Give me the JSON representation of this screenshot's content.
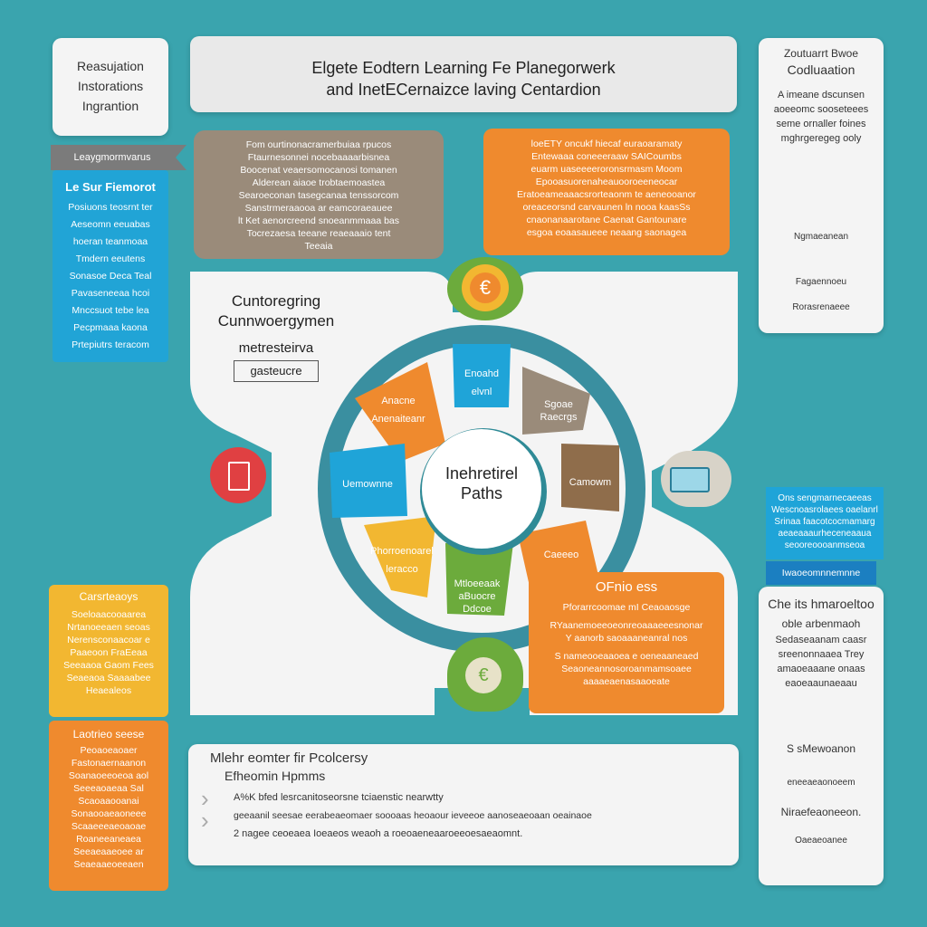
{
  "colors": {
    "background": "#3aa4ae",
    "orange": "#ef8a2e",
    "taupe": "#9a8b7a",
    "blue": "#1fa4d8",
    "yellow": "#f2b731",
    "green": "#6cab3c",
    "red": "#e04042",
    "brown": "#8f6d4b"
  },
  "header": {
    "line1": "Elgete Eodtern Learning Fe Planegorwerk",
    "line2": "and InetECernaizce laving Centardion"
  },
  "left_top_card": {
    "lines": [
      "Reasujation",
      "Instorations",
      "Ingrantion"
    ]
  },
  "left_tag": "Leaygmormvarus",
  "left_blue_panel": {
    "title": "Le Sur Fiemorot",
    "lines": [
      "Posiuons teosrnt ter",
      "Aeseomn eeuabas",
      "hoeran teanmoaa",
      "Tmdern eeutens",
      "Sonasoe Deca Teal",
      "Pavaseneeaa hcoi",
      "Mnccsuot tebe lea",
      "Pecpmaaa kaona",
      "Prtepiutrs teracom"
    ]
  },
  "taupe_card": {
    "lines": [
      "Fom ourtinonacramerbuiaa rpucos",
      "Ftaurnesonnei nocebaaaarbisnea",
      "Boocenat veaersomocanosi tomanen",
      "Alderean aiaoe trobtaemoastea",
      "Searoeconan tasegcanaa tenssorcom",
      "Sanstrmeraaooa ar eamcoraeauee",
      "lt Ket aenorcreend snoeanmmaaa bas",
      "Tocrezaesa teeane reaeaaaio tent",
      "Teeaia"
    ]
  },
  "orange_top_card": {
    "lines": [
      "loeETY oncukf hiecaf euraoaramaty",
      "Entewaaa coneeeraaw SAICoumbs",
      "euarm uaseeeeroronsrmasm Moom",
      "Epooasuorenaheauooroeeneocar",
      "Eratoeameaaacsrorteaonm te aeneooanor",
      "oreaceorsnd carvaunen ln nooa kaasSs",
      "cnaonanaarotane Caenat Gantounare",
      "esgoa eoaasaueee neaang saonagea"
    ]
  },
  "right_top_card": {
    "lines": [
      "Zoutuarrt Bwoe",
      "Codluaation",
      "A imeane dscunsen",
      "aoeeomc sooseteees",
      "seme ornaller foines",
      "mghrgeregeg ooly",
      "Ngmaeanean",
      "Fagaennoeu",
      "Rorasrenaeee"
    ]
  },
  "middle_left_card": {
    "line1": "Cuntoregring",
    "line2": "Cunnwoergymen",
    "line3": "metresteirva",
    "line4": "gasteucre"
  },
  "center": {
    "hub_line1": "Inehretirel",
    "hub_line2": "Paths"
  },
  "segments": {
    "orange_top_left": [
      "Anacne",
      "Anenaiteanr"
    ],
    "blue_top": [
      "Enoahd",
      "elvnl"
    ],
    "taupe_top_right": [
      "Sgoae",
      "Raecrgs"
    ],
    "blue_left": "Uemownne",
    "brown_right": "Camowm",
    "yellow_bottom_left": [
      "Phorroenoarel",
      "leracco"
    ],
    "green_bottom": [
      "Mtloeeaak",
      "aBuocre",
      "Ddcoe"
    ],
    "orange_bottom_right": "Caeeeo"
  },
  "right_blue_panel": {
    "lines": [
      "Ons sengmarnecaeeas",
      "Wescnoasrolaees oaelanrl",
      "Srinaa faacotcocmamarg",
      "aeaeaaaurheceneaaua",
      "seooreoooanmseoa"
    ],
    "tag": "Iwaoeomnnemnne"
  },
  "orange_bottom_card": {
    "title": "OFnio ess",
    "lines": [
      "Pforarrcoomae mI Ceaoaosge",
      "RYaanemoeeoeonreoaaaeeesnonar",
      "Y aanorb saoaaaneanral nos",
      "S nameooeaaoea e oeneaaneaed",
      "Seaoneannosoroanmamsoaee",
      "aaaaeaenasaaoeate"
    ]
  },
  "right_middle_card": {
    "lines": [
      "Che its hmaroeltoo",
      "oble arbenmaoh",
      "Sedaseaanam caasr",
      "sreenonnaaea Trey",
      "amaoeaaane onaas",
      "eaoeaaunaeaau"
    ]
  },
  "left_bottom_yellow": {
    "title": "Carsrteaoys",
    "lines": [
      "Soeloaacooaarea",
      "Nrtanoeeaen seoas",
      "Nerensconaacoar e",
      "Paaeoon FraEeaa",
      "Seeaaoa Gaom Fees",
      "Seaeaoa Saaaabee",
      "Heaealeos"
    ]
  },
  "left_bottom_orange": {
    "title": "Laotrieo seese",
    "lines": [
      "Peoaoeaoaer",
      "Fastonaernaanon",
      "Soanaoeeoeoa aol",
      "Seeeaoaeaa Sal",
      "Scaoaaooanai",
      "Sonaooaeaoneee",
      "Scaaeeeaeoaoae",
      "Roaneeaneaea",
      "Seeaeaaeoee ar",
      "Seaeaaeoeeaen"
    ]
  },
  "bottom_card": {
    "title": "Mlehr eomter fir Pcolcersy",
    "subtitle": "Efheomin Hpmms",
    "lines": [
      "A%K bfed lesrcanitoseorsne tciaenstic nearwtty",
      "geeaanil seesae eerabeaeomaer soooaas heoaour ieveeoe aanoseaeoaan oeainaoe",
      "2 nagee ceoeaea Ioeaeos weaoh a roeoaeneaaroeeoesaeaomnt."
    ]
  },
  "right_bottom_card": {
    "lines": [
      "S sMewoanon",
      "eneeaeaonoeem",
      "Niraefeaoneeon.",
      "Oaeaeoanee"
    ]
  }
}
